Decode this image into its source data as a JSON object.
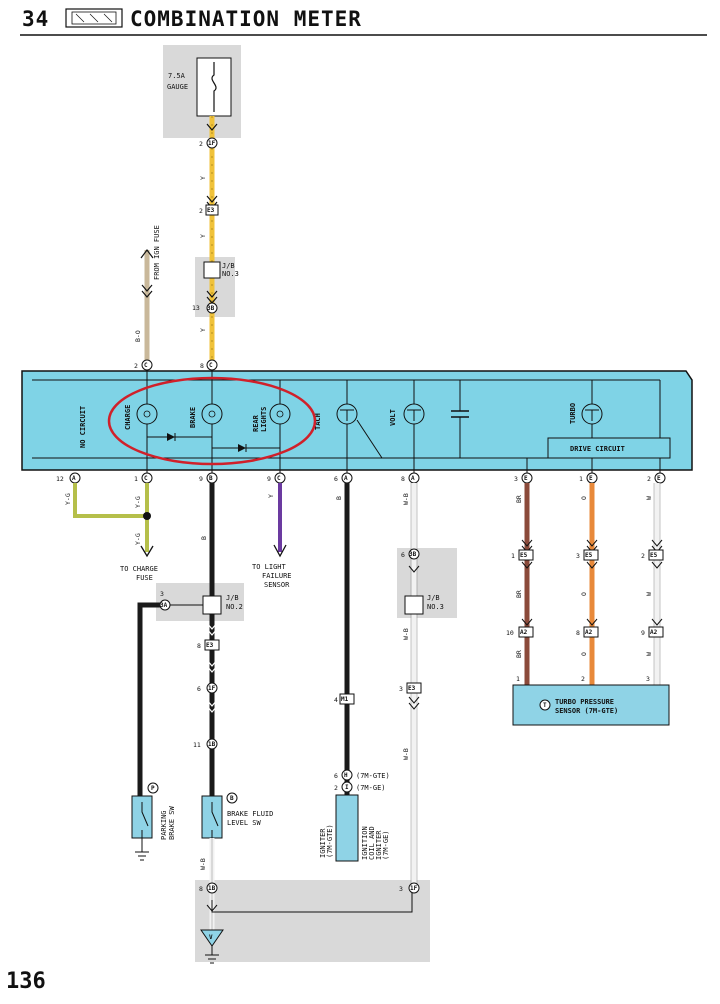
{
  "header": {
    "page_section": "34",
    "title": "COMBINATION METER"
  },
  "page_number": "136",
  "fuse": {
    "rating": "7.5A",
    "name": "GAUGE"
  },
  "from_ign_fuse": "FROM IGN FUSE",
  "junction_blocks": {
    "jb3_top": "J/B\nNO.3",
    "jb2": "J/B\nNO.2",
    "jb3_right": "J/B\nNO.3"
  },
  "connectors": {
    "fuse_out": {
      "pin": "2",
      "id": "1F"
    },
    "e3_top": {
      "pin": "2",
      "id": "E3"
    },
    "jb_top": {
      "pin": "13",
      "id": "3B"
    },
    "meter_pins_top": [
      {
        "pin": "2",
        "id": "C"
      },
      {
        "pin": "8",
        "id": "C"
      }
    ],
    "meter_pins_bottom": [
      {
        "pin": "12",
        "id": "A"
      },
      {
        "pin": "1",
        "id": "C"
      },
      {
        "pin": "9",
        "id": "B"
      },
      {
        "pin": "9",
        "id": "C"
      },
      {
        "pin": "6",
        "id": "A"
      },
      {
        "pin": "8",
        "id": "A"
      },
      {
        "pin": "3",
        "id": "E"
      },
      {
        "pin": "1",
        "id": "E"
      },
      {
        "pin": "2",
        "id": "E"
      }
    ],
    "jb2_left": {
      "pin": "3",
      "id": "3A"
    },
    "e3_left": {
      "pin": "8",
      "id": "E3"
    },
    "if_left": {
      "pin": "6",
      "id": "1F"
    },
    "ib_left": {
      "pin": "11",
      "id": "1B"
    },
    "jb3_in": {
      "pin": "6",
      "id": "3B"
    },
    "e3_right": {
      "pin": "3",
      "id": "E3"
    },
    "m1": {
      "pin": "4",
      "id": "M1"
    },
    "h_conn": {
      "pin": "6",
      "id": "H",
      "note": "(7M-GTE)"
    },
    "i2_conn": {
      "pin": "2",
      "id": "I",
      "note": "(7M-GE)"
    },
    "e5": [
      {
        "pin": "1",
        "id": "E5"
      },
      {
        "pin": "3",
        "id": "E5"
      },
      {
        "pin": "2",
        "id": "E5"
      }
    ],
    "a2": [
      {
        "pin": "10",
        "id": "A2"
      },
      {
        "pin": "8",
        "id": "A2"
      },
      {
        "pin": "9",
        "id": "A2"
      }
    ],
    "ground_left": {
      "pin": "8",
      "id": "1B"
    },
    "ground_right": {
      "pin": "3",
      "id": "1F"
    }
  },
  "wire_colors": {
    "fuse_to_meter": "Y",
    "ign": "B-O",
    "charge_branch": "Y-G",
    "charge_out": "Y-G",
    "brake": "B",
    "rear_lights": "Y",
    "tach": "B",
    "volt": "W-B",
    "turbo_1": "BR",
    "turbo_2": "O",
    "turbo_3": "W",
    "ground_left": "W-B",
    "ground_right": "W-B"
  },
  "meter": {
    "no_circuit": "NO CIRCUIT",
    "gauges": [
      "CHARGE",
      "BRAKE",
      "REAR\nLIGHTS",
      "TACH",
      "VOLT",
      "TURBO"
    ],
    "drive_circuit": "DRIVE CIRCUIT"
  },
  "destinations": {
    "charge_fuse": "TO CHARGE\nFUSE",
    "light_failure": "TO LIGHT\nFAILURE\nSENSOR"
  },
  "components": {
    "parking_brake": {
      "letter": "P",
      "label": "PARKING\nBRAKE SW"
    },
    "brake_fluid": {
      "letter": "B",
      "label": "BRAKE FLUID\nLEVEL SW"
    },
    "igniter": {
      "label": "IGNITER\n(7M-GTE)"
    },
    "ignition_coil": {
      "label": "IGNITION\nCOIL AND\nIGNITER\n(7M-GE)"
    },
    "turbo_sensor": {
      "letter": "T",
      "label": "TURBO PRESSURE\nSENSOR (7M-GTE)",
      "pins": [
        "1",
        "2",
        "3"
      ]
    }
  },
  "colors": {
    "meter_fill": "#7fd3e6",
    "component_fill": "#8fd3e6",
    "shade": "#d9d9d9",
    "wire_yellow": "#f0c23a",
    "wire_black": "#1a1a1a",
    "wire_brown": "#8b4a3a",
    "wire_orange": "#e8893a",
    "wire_purple": "#6b3aa0",
    "wire_yg": "#b5bf4a",
    "wire_white": "#f2f2f2",
    "highlight": "#d0202a"
  }
}
